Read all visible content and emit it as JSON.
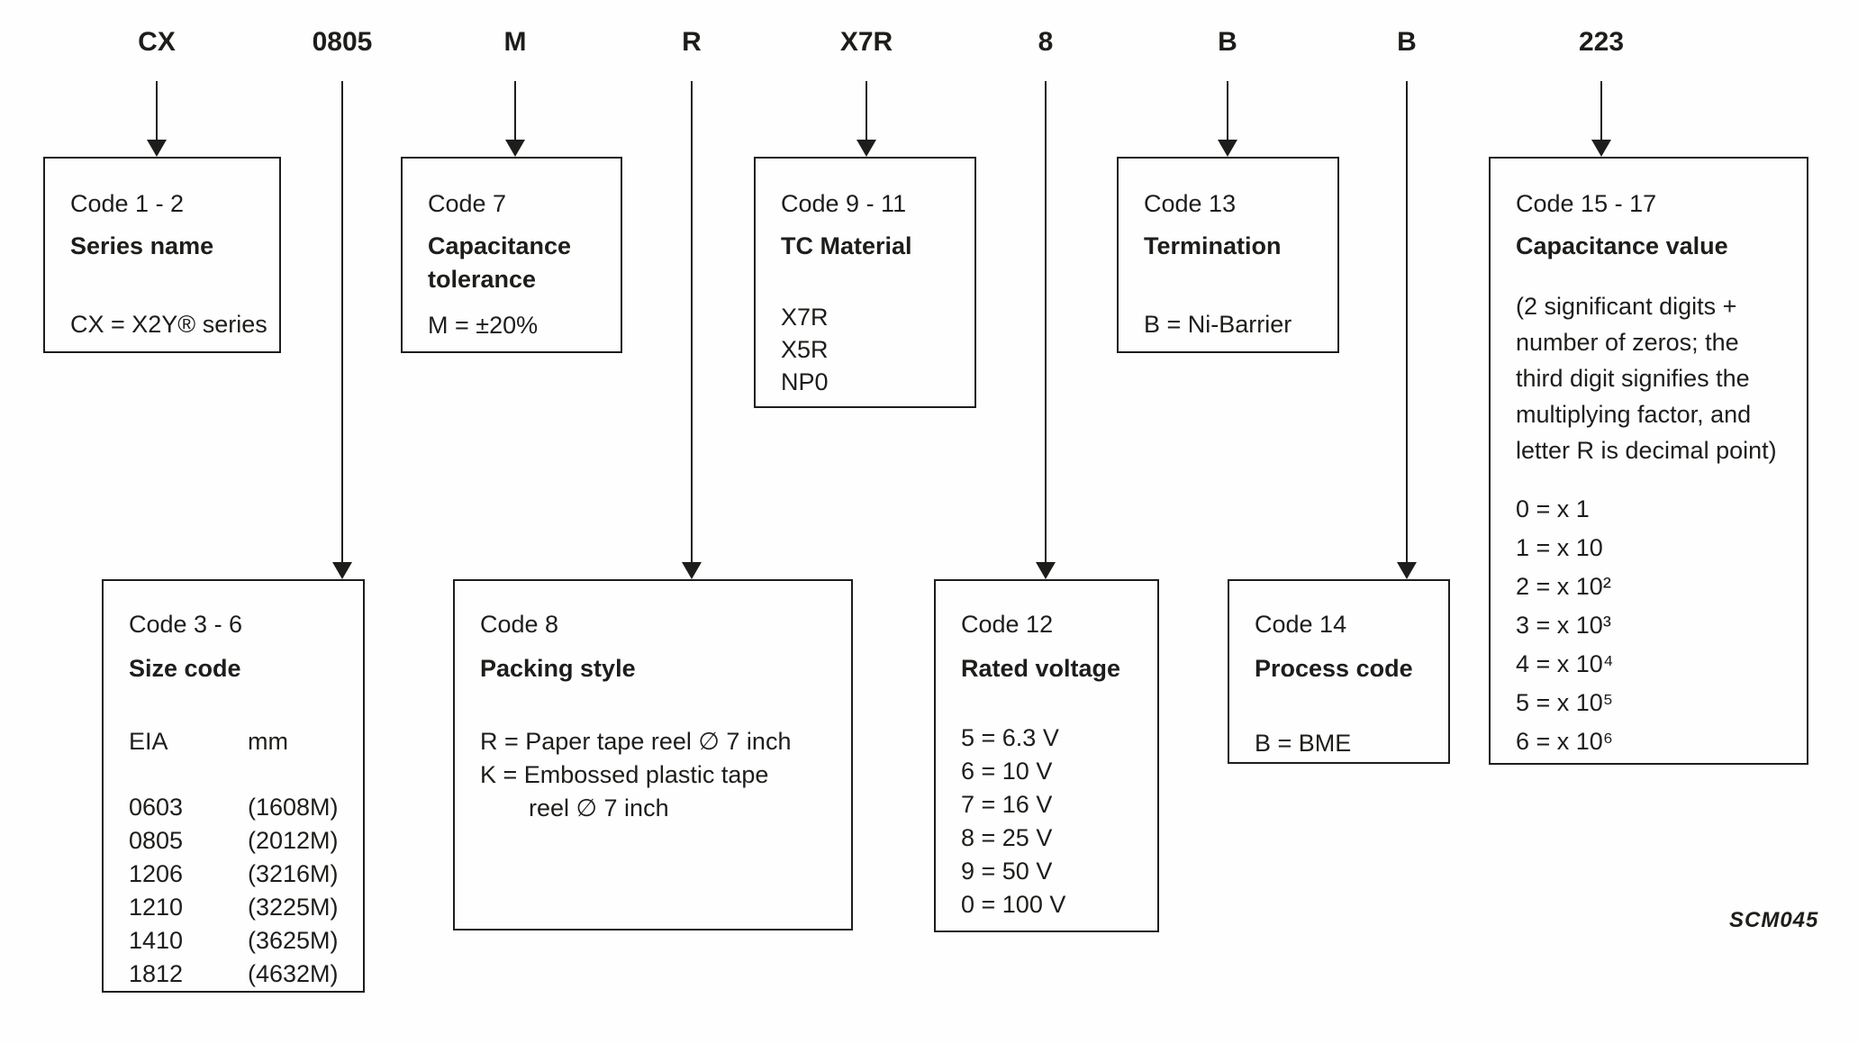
{
  "part_code": {
    "labels": [
      "CX",
      "0805",
      "M",
      "R",
      "X7R",
      "8",
      "B",
      "B",
      "223"
    ]
  },
  "boxes": {
    "series": {
      "code": "Code 1 - 2",
      "title": "Series name",
      "value": "CX = X2Y® series"
    },
    "tolerance": {
      "code": "Code 7",
      "title": "Capacitance tolerance",
      "value": "M = ±20%"
    },
    "tc_material": {
      "code": "Code 9 - 11",
      "title": "TC Material",
      "options": [
        "X7R",
        "X5R",
        "NP0"
      ]
    },
    "termination": {
      "code": "Code 13",
      "title": "Termination",
      "value": "B = Ni-Barrier"
    },
    "capacitance_value": {
      "code": "Code 15 - 17",
      "title": "Capacitance value",
      "note_lines": [
        "(2 significant digits +",
        "number of zeros; the",
        "third digit signifies the",
        "multiplying factor, and",
        "letter R is decimal point)"
      ],
      "multipliers": [
        "0 = x 1",
        "1 = x 10",
        "2 = x 10²",
        "3 = x 10³",
        "4 = x 10⁴",
        "5 = x 10⁵",
        "6 = x 10⁶"
      ]
    },
    "size": {
      "code": "Code 3 - 6",
      "title": "Size code",
      "col1_header": "EIA",
      "col2_header": "mm",
      "rows": [
        {
          "eia": "0603",
          "mm": "(1608M)"
        },
        {
          "eia": "0805",
          "mm": "(2012M)"
        },
        {
          "eia": "1206",
          "mm": "(3216M)"
        },
        {
          "eia": "1210",
          "mm": "(3225M)"
        },
        {
          "eia": "1410",
          "mm": "(3625M)"
        },
        {
          "eia": "1812",
          "mm": "(4632M)"
        }
      ]
    },
    "packing": {
      "code": "Code 8",
      "title": "Packing style",
      "r_line": "R = Paper tape reel ∅ 7 inch",
      "k_line1": "K = Embossed plastic tape",
      "k_line2": "reel ∅ 7 inch"
    },
    "voltage": {
      "code": "Code 12",
      "title": "Rated voltage",
      "options": [
        "5 = 6.3 V",
        "6 = 10 V",
        "7 = 16 V",
        "8 = 25 V",
        "9 = 50 V",
        "0 = 100 V"
      ]
    },
    "process": {
      "code": "Code 14",
      "title": "Process code",
      "value": "B = BME"
    }
  },
  "figure": {
    "caption": "SCM045"
  }
}
